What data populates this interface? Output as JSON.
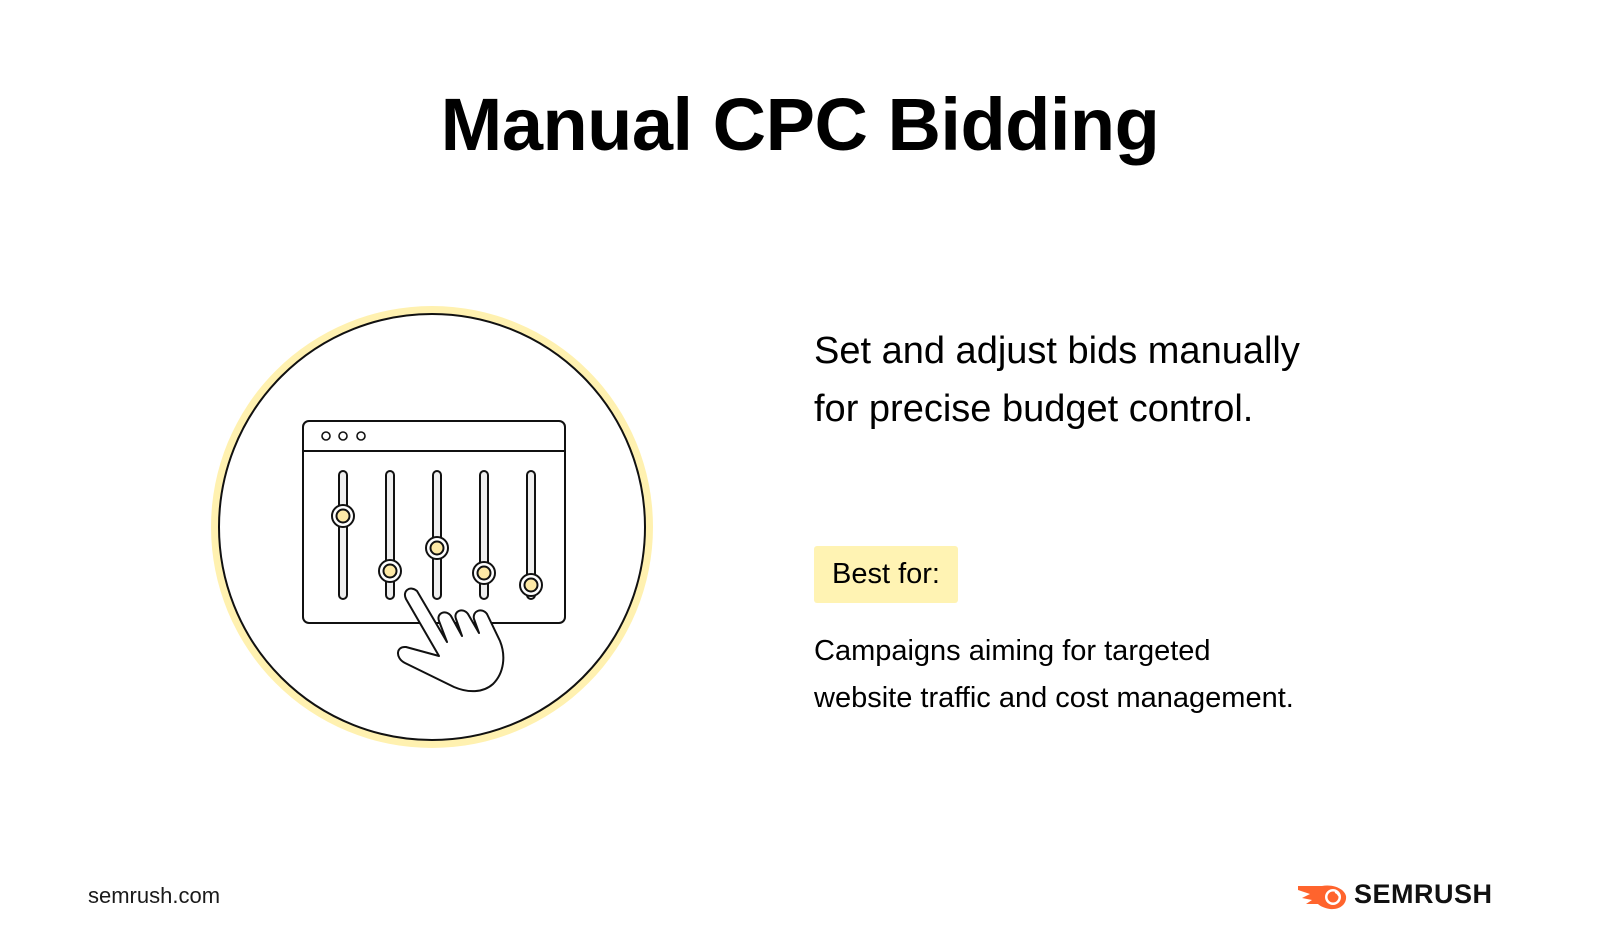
{
  "title": "Manual CPC Bidding",
  "illustration": {
    "icon": "sliders-window-with-hand-icon",
    "colors": {
      "ring": "#fff1b0",
      "stroke": "#111111",
      "knob_fill": "#fde9a6",
      "track_fill": "#efefef"
    },
    "slider_count": 5
  },
  "headline": {
    "line1": "Set and adjust bids manually",
    "line2": "for precise budget control."
  },
  "best_for": {
    "label": "Best for:",
    "line1": "Campaigns aiming for targeted",
    "line2": "website traffic and cost management.",
    "badge_color": "#fff3b3"
  },
  "footer": {
    "url": "semrush.com",
    "brand": "SEMRUSH",
    "brand_color": "#ff642d"
  }
}
